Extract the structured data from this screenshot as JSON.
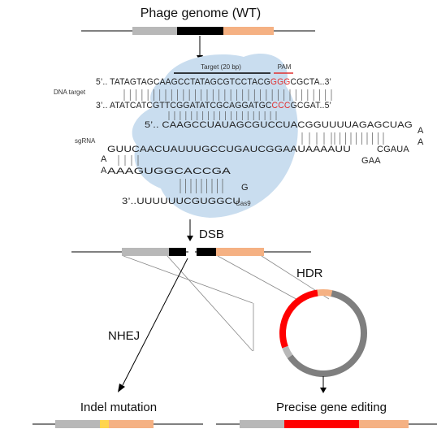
{
  "titles": {
    "top": "Phage genome (WT)",
    "dsb": "DSB",
    "hdr": "HDR",
    "nhej": "NHEJ",
    "indel": "Indel mutation",
    "precise": "Precise gene editing"
  },
  "labels": {
    "target": "Target (20 bp)",
    "pam": "PAM",
    "dna_target": "DNA target",
    "sgrna": "sgRNA",
    "cas9": "Cas9"
  },
  "sequences": {
    "top_prefix": "5’.. TATAGTAGCAAGCCTATAGCGTCCTACG",
    "top_pam": "GGG",
    "top_suffix": "CGCTA..3’",
    "bottom_prefix": "3’.. ATATCATCGTTCGGATATCGCAGGATGC",
    "bottom_pam": "CCC",
    "bottom_suffix": "GCGAT..5’",
    "sg1": "5’.. CAAGCCUAUAGCGUCCUACGGUUUUAGAGCUAG",
    "sg2": "GUUCAACUAUUUGCCUGAUCGGAAUAAAAUU",
    "sg2_right": "CGAUA",
    "gaa": "GAA",
    "loopA1": "A",
    "loopA2": "A",
    "leftA1": "A",
    "leftA2": "A",
    "sg3": "AAAGUGGCACCGA",
    "gLetter": "G",
    "sg4": "3’..UUUUUUCGUGGCU"
  },
  "colors": {
    "gray": "#b8b8b8",
    "black": "#000000",
    "orange": "#f5b183",
    "red": "#ff0000",
    "yellow": "#ffd54d",
    "cas9": "#c9ddef",
    "dark_gray": "#7f7f7f",
    "pam_red": "#e03030"
  }
}
